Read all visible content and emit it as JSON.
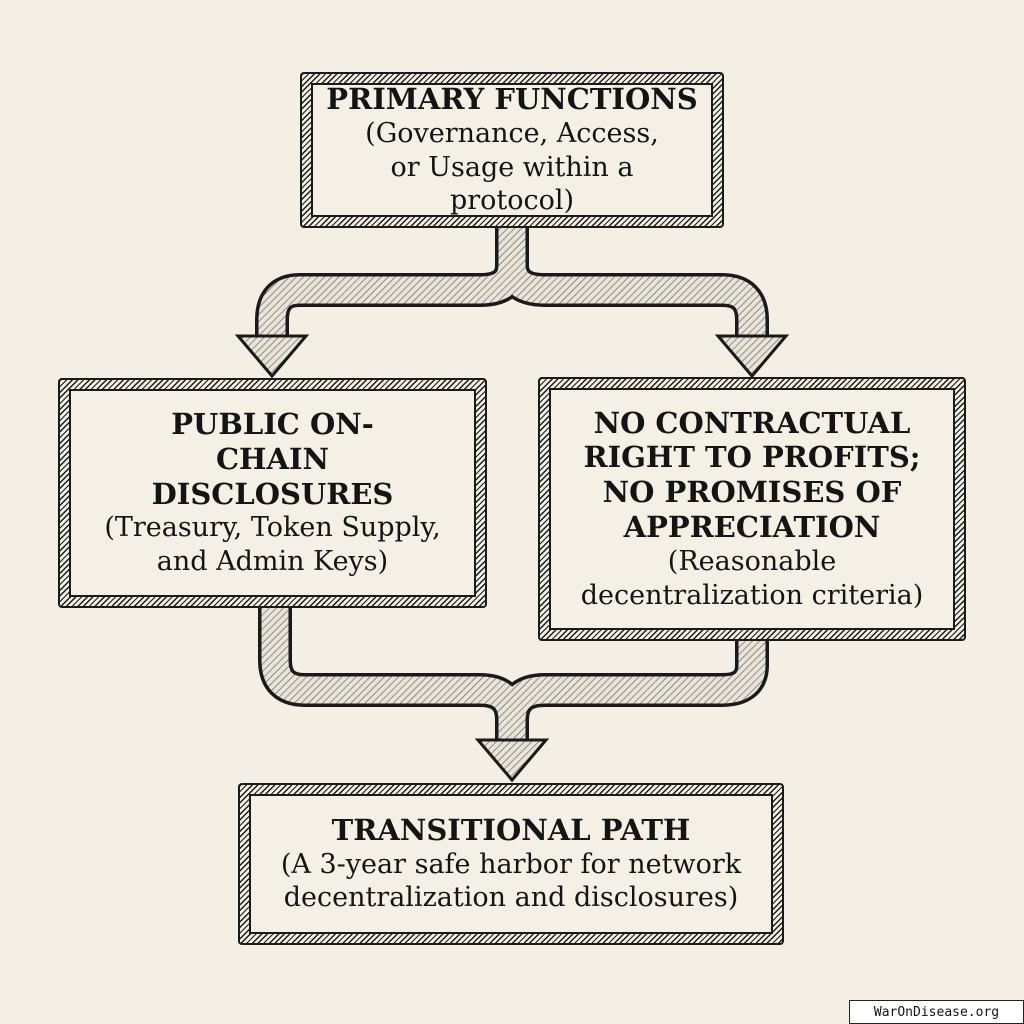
{
  "boxes": {
    "primary": {
      "title": "PRIMARY FUNCTIONS",
      "subtitle": "(Governance, Access, or Usage within a protocol)"
    },
    "disclosures": {
      "title": "PUBLIC ON-CHAIN DISCLOSURES",
      "subtitle": "(Treasury, Token Supply, and Admin Keys)"
    },
    "no_profits": {
      "title": "NO CONTRACTUAL RIGHT TO PROFITS; NO PROMISES OF APPRECIATION",
      "subtitle": "(Reasonable decentralization criteria)"
    },
    "transitional": {
      "title": "TRANSITIONAL PATH",
      "subtitle": "(A 3-year safe harbor for network decentralization and disclosures)"
    }
  },
  "watermark": "WarOnDisease.org"
}
